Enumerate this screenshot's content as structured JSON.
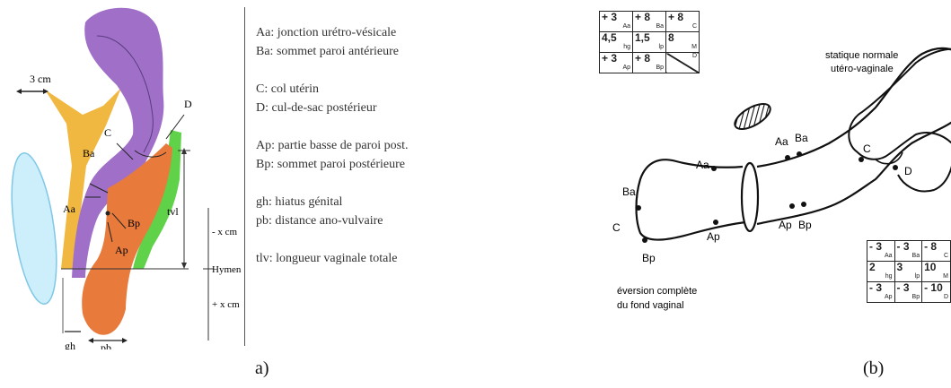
{
  "panel_a": {
    "caption": "a)",
    "labels": {
      "scale": "3 cm",
      "Ba": "Ba",
      "Aa": "Aa",
      "C": "C",
      "D": "D",
      "Bp": "Bp",
      "Ap": "Ap",
      "tvl": "tvl",
      "minus_x": "- x cm",
      "hymen": "Hymen",
      "plus_x": "+ x cm",
      "gh": "gh",
      "pb": "pb"
    },
    "legend": [
      [
        "Aa: jonction urétro-vésicale",
        "Ba: sommet paroi antérieure"
      ],
      [
        "C: col utérin",
        "D: cul-de-sac postérieur"
      ],
      [
        "Ap: partie basse de paroi post.",
        "Bp: sommet paroi postérieure"
      ],
      [
        "gh: hiatus génital",
        "pb: distance ano-vulvaire"
      ],
      [
        "tlv: longueur vaginale totale"
      ]
    ],
    "colors": {
      "purple": "#a070c8",
      "orange": "#e87a3c",
      "green": "#5fd24a",
      "yellow": "#f0b840",
      "blue": "#bfe6f5"
    }
  },
  "panel_b": {
    "caption": "(b)",
    "labels": {
      "normal": "statique normale",
      "normal2": "utéro-vaginale",
      "eversion": "éversion complète",
      "eversion2": "du fond vaginal",
      "Aa_left": "Aa",
      "Ba_left": "Ba",
      "C_left": "C",
      "Bp_left": "Bp",
      "Ap_mid": "Ap",
      "Aa_right": "Aa",
      "Ba_right": "Ba",
      "Ap_right": "Ap",
      "Bp_right": "Bp",
      "C_right": "C",
      "D_right": "D"
    },
    "grid_top": [
      [
        {
          "v": "+ 3",
          "l": "Aa"
        },
        {
          "v": "+ 8",
          "l": "Ba"
        },
        {
          "v": "+ 8",
          "l": "C"
        }
      ],
      [
        {
          "v": "4,5",
          "l": "hg"
        },
        {
          "v": "1,5",
          "l": "lp"
        },
        {
          "v": "8",
          "l": "M"
        }
      ],
      [
        {
          "v": "+ 3",
          "l": "Ap"
        },
        {
          "v": "+ 8",
          "l": "Bp"
        },
        {
          "v": "",
          "l": "D"
        }
      ]
    ],
    "grid_bottom": [
      [
        {
          "v": "- 3",
          "l": "Aa"
        },
        {
          "v": "- 3",
          "l": "Ba"
        },
        {
          "v": "- 8",
          "l": "C"
        }
      ],
      [
        {
          "v": "2",
          "l": "hg"
        },
        {
          "v": "3",
          "l": "lp"
        },
        {
          "v": "10",
          "l": "M"
        }
      ],
      [
        {
          "v": "- 3",
          "l": "Ap"
        },
        {
          "v": "- 3",
          "l": "Bp"
        },
        {
          "v": "- 10",
          "l": "D"
        }
      ]
    ]
  }
}
